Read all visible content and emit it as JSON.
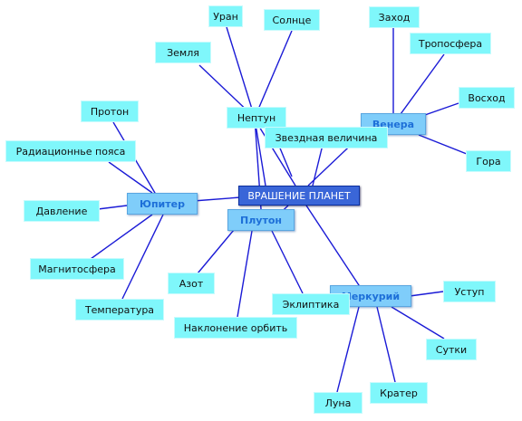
{
  "diagram": {
    "center": {
      "label": "ВРАШЕНИЕ ПЛАНЕТ"
    },
    "hubs": {
      "jupiter": "Юпитер",
      "pluto": "Плутон",
      "venus": "Венера",
      "mercury": "Меркурий"
    },
    "leaves": {
      "uran": "Уран",
      "solnce": "Солнце",
      "zemlya": "Земля",
      "neptun": "Нептун",
      "zvezdnaya": "Звездная величина",
      "zakhod": "Заход",
      "troposfera": "Тропосфера",
      "voskhod": "Восход",
      "gora": "Гора",
      "proton": "Протон",
      "radiacionnye": "Радиационнье пояса",
      "davlenie": "Давление",
      "magnitosfera": "Магнитосфера",
      "temperatura": "Температура",
      "azot": "Азот",
      "ekliptika": "Эклиптика",
      "naklonenie": "Наклонение орбить",
      "ustup": "Уступ",
      "sutki": "Сутки",
      "krater": "Кратер",
      "luna": "Луна"
    },
    "line_color": "#1a1ad6",
    "leaf_color": "#7ff7fb",
    "hub_color": "#7fcdfa",
    "center_color": "#3a66d8"
  }
}
